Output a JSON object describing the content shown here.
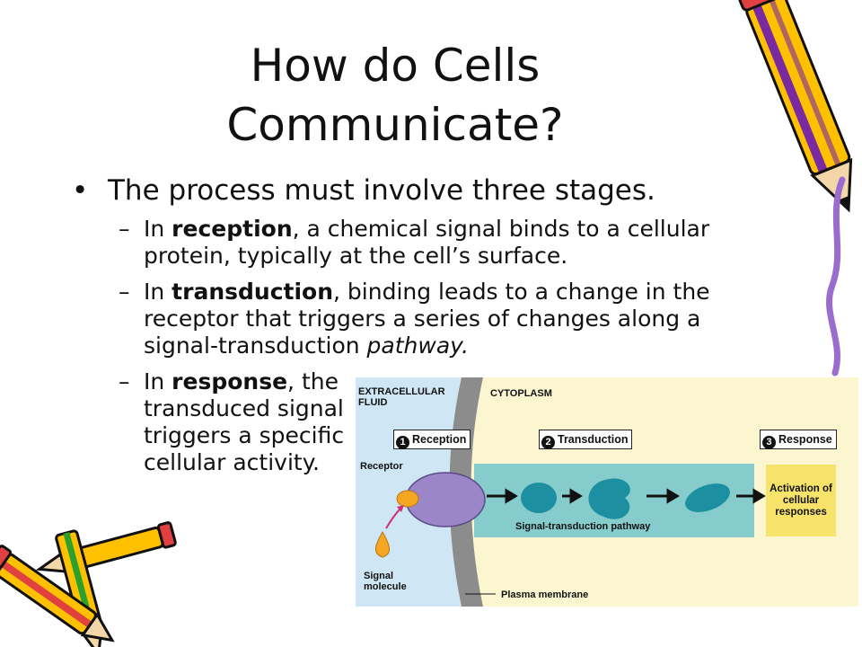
{
  "slide": {
    "title": "How do Cells Communicate?",
    "bullet_glyph": "•",
    "dash_glyph": "–",
    "main_bullet": "The process must involve three stages.",
    "sub_bullets": [
      {
        "pre": "In ",
        "term": "reception",
        "post": ", a chemical signal binds to a cellular protein, typically at the cell’s surface."
      },
      {
        "pre": "In ",
        "term": "transduction",
        "post": ", binding leads to a change in the receptor that triggers a series of changes along a signal-transduction ",
        "italic": "pathway."
      },
      {
        "pre": "In ",
        "term": "response",
        "post": ", the transduced signal triggers a specific cellular activity."
      }
    ]
  },
  "diagram": {
    "extracellular_label": "EXTRACELLULAR FLUID",
    "cytoplasm_label": "CYTOPLASM",
    "stages": [
      {
        "num": "1",
        "label": "Reception"
      },
      {
        "num": "2",
        "label": "Transduction"
      },
      {
        "num": "3",
        "label": "Response"
      }
    ],
    "receptor_label": "Receptor",
    "signal_label": "Signal molecule",
    "pathway_label": "Signal-transduction pathway",
    "membrane_label": "Plasma membrane",
    "response_box": "Activation of cellular responses",
    "colors": {
      "extracellular": "#cfe7f5",
      "cytoplasm": "#fbf6cf",
      "membrane": "#8c8c8c",
      "pathway_band": "#86cccc",
      "receptor": "#9b87c8",
      "signal": "#f5a623",
      "relay": "#1c8fa0",
      "response": "#f8e36a",
      "pencil_yellow": "#ffc000",
      "pencil_purple": "#7a2aa0"
    }
  }
}
